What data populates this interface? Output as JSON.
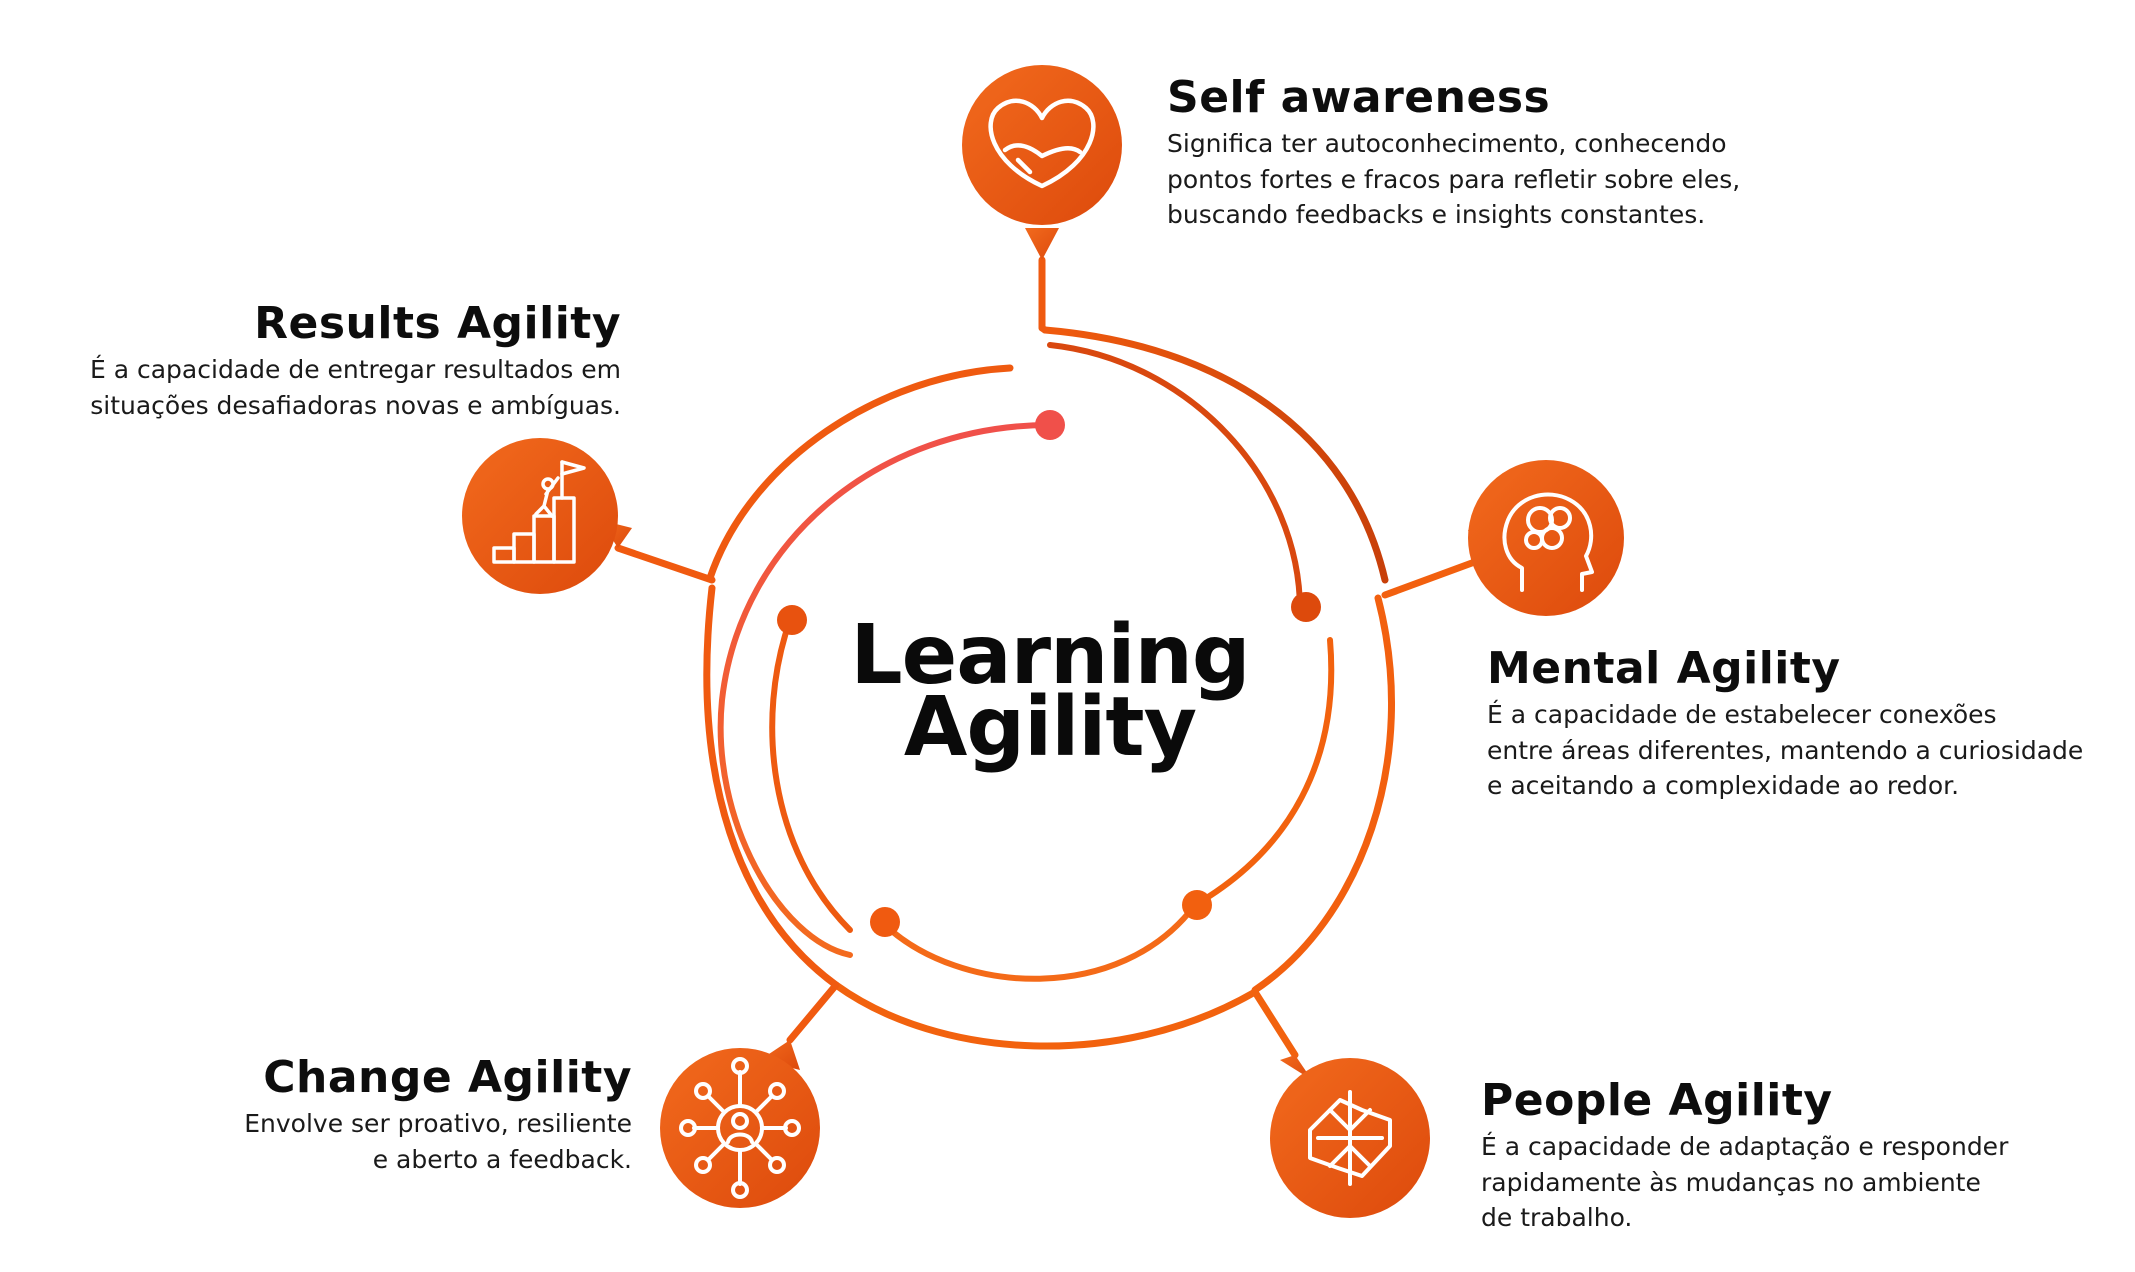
{
  "center": {
    "title": "Learning\nAgility"
  },
  "colors": {
    "primary": "#f05b0e",
    "dark": "#d9480f",
    "light": "#f47a3a",
    "dot_red": "#f0504a"
  },
  "nodes": [
    {
      "id": "self-awareness",
      "icon": "heart-hug-icon",
      "title": "Self awareness",
      "text": "Significa ter autoconhecimento, conhecendo\npontos fortes e fracos para refletir sobre eles,\nbuscando feedbacks e insights constantes."
    },
    {
      "id": "mental-agility",
      "icon": "brain-head-icon",
      "title": "Mental Agility",
      "text": "É a capacidade de estabelecer conexões\nentre áreas diferentes, mantendo a curiosidade\ne aceitando a complexidade ao redor."
    },
    {
      "id": "people-agility",
      "icon": "hands-together-icon",
      "title": "People Agility",
      "text": "É a capacidade de adaptação e responder\nrapidamente às mudanças no ambiente\nde trabalho."
    },
    {
      "id": "change-agility",
      "icon": "network-person-icon",
      "title": "Change Agility",
      "text": "Envolve ser proativo, resiliente\ne aberto a feedback."
    },
    {
      "id": "results-agility",
      "icon": "climb-flag-icon",
      "title": "Results Agility",
      "text": "É a capacidade de entregar resultados em\nsituações desafiadoras novas e ambíguas."
    }
  ]
}
